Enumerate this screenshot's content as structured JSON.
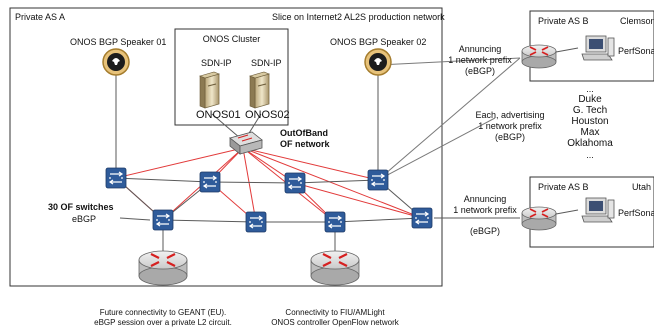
{
  "region": {
    "title": "Private AS A",
    "subtitle": "Slice on Internet2 AL2S production network"
  },
  "cluster": {
    "title": "ONOS Cluster",
    "app1": "SDN-IP",
    "app2": "SDN-IP",
    "node1": "ONOS01",
    "node2": "ONOS02"
  },
  "speakers": {
    "left": "ONOS BGP Speaker 01",
    "right": "ONOS BGP Speaker 02"
  },
  "oob": {
    "line1": "OutOfBand",
    "line2": "OF network"
  },
  "switches": {
    "count_label": "30 OF switches",
    "ebgp": "eBGP"
  },
  "remote_top": {
    "title": "Private AS B",
    "site": "Clemson",
    "tool": "PerfSonar",
    "anno1": "Annuncing",
    "anno2": "1 network prefix",
    "anno3": "(eBGP)"
  },
  "sites": {
    "dots_top": "...",
    "list": [
      "Duke",
      "G. Tech",
      "Houston",
      "Max",
      "Oklahoma"
    ],
    "dots_bottom": "...",
    "anno1": "Each, advertising",
    "anno2": "1 network prefix",
    "anno3": "(eBGP)"
  },
  "remote_bottom": {
    "title": "Private AS B",
    "site": "Utah",
    "tool": "PerfSonar",
    "anno1": "Annuncing",
    "anno2": "1 network prefix",
    "anno3": "(eBGP)"
  },
  "footer": {
    "left1": "Future connectivity to GEANT (EU).",
    "left2": "eBGP session over a private L2 circuit.",
    "right1": "Connectivity to FIU/AMLight",
    "right2": "ONOS controller OpenFlow network"
  },
  "colors": {
    "oob_link": "#e23b3b",
    "data_link": "#5a5a5a",
    "switch": "#2f5b9a",
    "router": "#d8d8d8",
    "router_arrow": "#d62020",
    "speaker": "#d9a441"
  }
}
